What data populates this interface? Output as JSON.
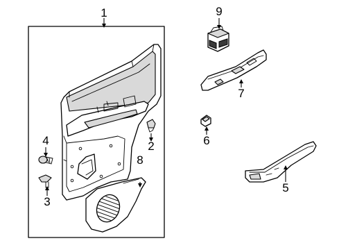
{
  "diagram": {
    "callouts": [
      {
        "id": "c1",
        "label": "1"
      },
      {
        "id": "c2",
        "label": "2"
      },
      {
        "id": "c3",
        "label": "3"
      },
      {
        "id": "c4",
        "label": "4"
      },
      {
        "id": "c5",
        "label": "5"
      },
      {
        "id": "c6",
        "label": "6"
      },
      {
        "id": "c7",
        "label": "7"
      },
      {
        "id": "c8",
        "label": "8"
      },
      {
        "id": "c9",
        "label": "9"
      }
    ]
  }
}
